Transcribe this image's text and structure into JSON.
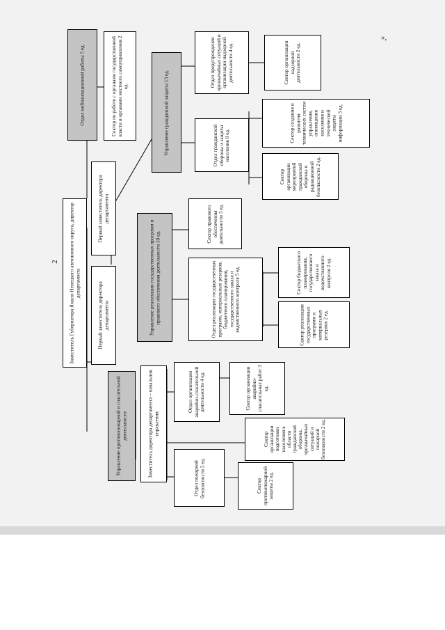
{
  "page_number": "2",
  "corner_mark": "»,",
  "boxes": {
    "director": "Заместитель Губернатора Ямало-Ненецкого автономного округа, директор департамента",
    "mobilization": "Отдел мобилизационной работы 5 ед.",
    "gov_relations": "Сектор по работе с органами государственной власти и органами местного самоуправления 2 ед.",
    "first_deputy_top": "Первый заместитель директора департамента",
    "first_deputy_bottom": "Первый заместитель директора департамента",
    "civil_protection": "Управление гражданской защиты 13 ед.",
    "emergency_prevention": "Отдел предупреждения чрезвычайных ситуаций и организации надзорной деятельности 4 ед.",
    "supervision_sector": "Сектор организации надзорной деятельности 2 ед.",
    "civil_defense": "Отдел гражданской обороны и защиты населения 8 ед.",
    "tech_systems": "Сектор создания и развития технических систем управления, оповещения населения и технической защиты информации 3 ед.",
    "defense_measures": "Сектор организации мероприятий гражданской обороны и радиационной безопасности 2 ед.",
    "state_programs": "Управление реализации государственных программ и правового обеспечения деятельности 10 ед.",
    "legal_sector": "Сектор правового обеспечения деятельности 3 ед.",
    "programs_dept": "Отдел реализации государственных программ, материальных резервов, бюджетного планирования, государственного заказа и ведомственного контроля 5 ед.",
    "budget_sector": "Сектор бюджетного планирования, государственного заказа и ведомственного контроля 2 ед.",
    "reserves_sector": "Сектор реализации государственных программ и материальных резервов 2 ед.",
    "fire_management": "Управление противопожарной и спасательной деятельности",
    "deputy_head": "Заместитель директора департамента – начальник управления",
    "rescue_dept": "Отдел организации аварийно-спасательной деятельности 4 ед.",
    "rescue_works": "Сектор организации аварийно-спасательных работ 3 ед.",
    "training_sector": "Сектор организации подготовки населения в области гражданской обороны, чрезвычайных ситуаций и пожарной безопасности 2 ед.",
    "fire_safety_dept": "Отдел пожарной безопасности 5 ед.",
    "fire_protection": "Сектор противопожарной защиты 2 ед."
  }
}
